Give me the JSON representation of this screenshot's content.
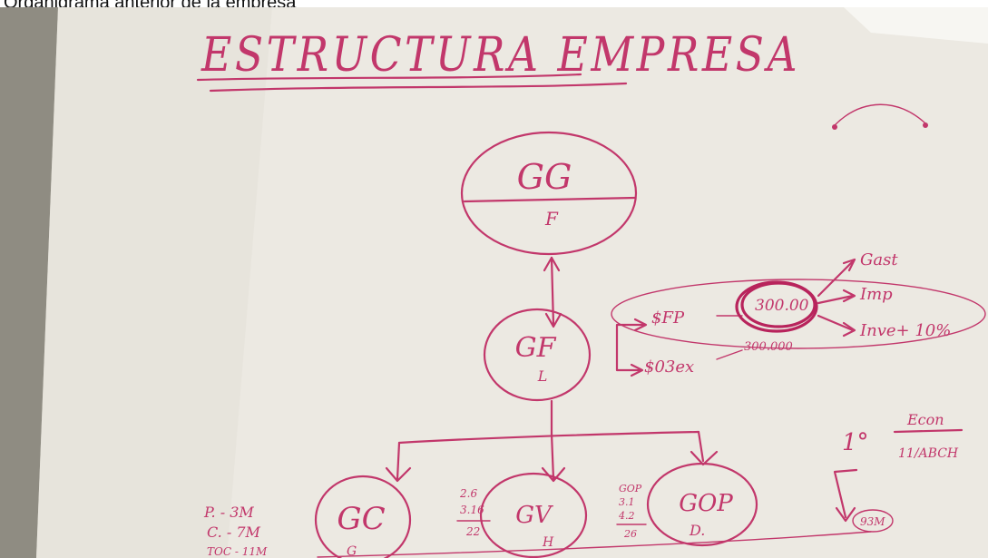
{
  "caption": "Organigrama anterior de la empresa",
  "whiteboard": {
    "title": "ESTRUCTURA EMPRESA",
    "nodes": [
      {
        "name": "gg",
        "label": "GG",
        "sub": "F"
      },
      {
        "name": "gf",
        "label": "GF",
        "sub": "L"
      },
      {
        "name": "gc",
        "label": "GC",
        "sub": "G"
      },
      {
        "name": "gv",
        "label": "GV",
        "sub": "H"
      },
      {
        "name": "gop",
        "label": "GOP",
        "sub": "D."
      }
    ],
    "finance_notes": {
      "top_branch": "$FP",
      "bottom_branch": "$03ex",
      "amount": "300.00",
      "bottom_amount": "300.000",
      "outputs": [
        "Gast",
        "Imp",
        "Inve+ 10%"
      ]
    },
    "right_notes": {
      "step": "1°",
      "fraction_top": "Econ",
      "fraction_bottom": "11/ABCH",
      "tag": "93M"
    },
    "left_notes": [
      "P. - 3M",
      "C. - 7M",
      "TOC - 11M"
    ],
    "mid_notes_gv": [
      "2.6",
      "3.16",
      "22"
    ],
    "mid_notes_gop": [
      "GOP",
      "3.1",
      "4.2",
      "26"
    ]
  }
}
